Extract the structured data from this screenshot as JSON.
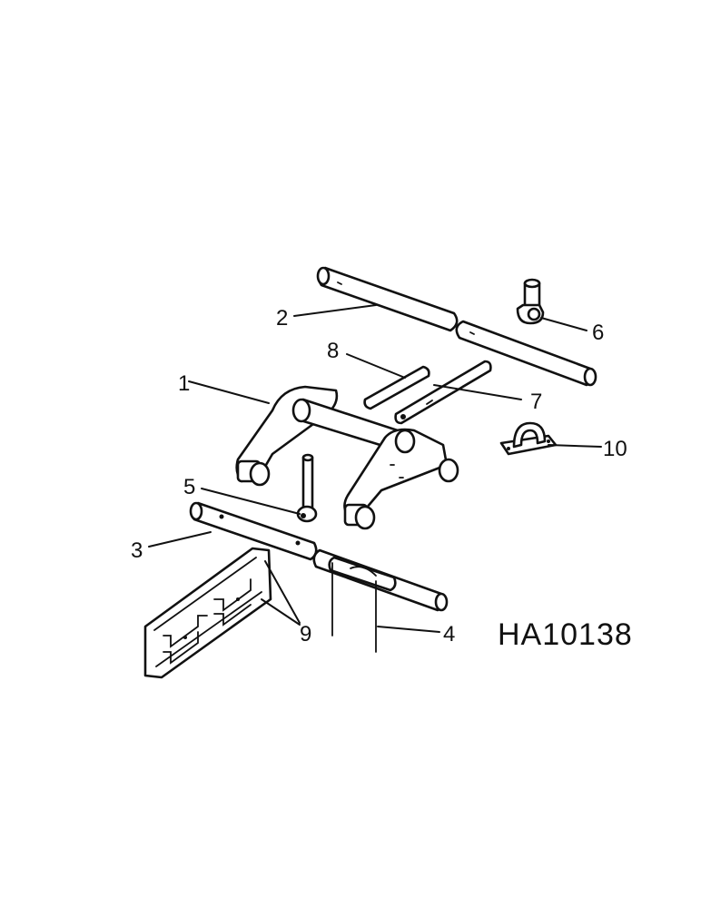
{
  "diagram": {
    "code": "HA10138",
    "callouts": [
      "1",
      "2",
      "3",
      "4",
      "5",
      "6",
      "7",
      "8",
      "9",
      "10"
    ]
  }
}
